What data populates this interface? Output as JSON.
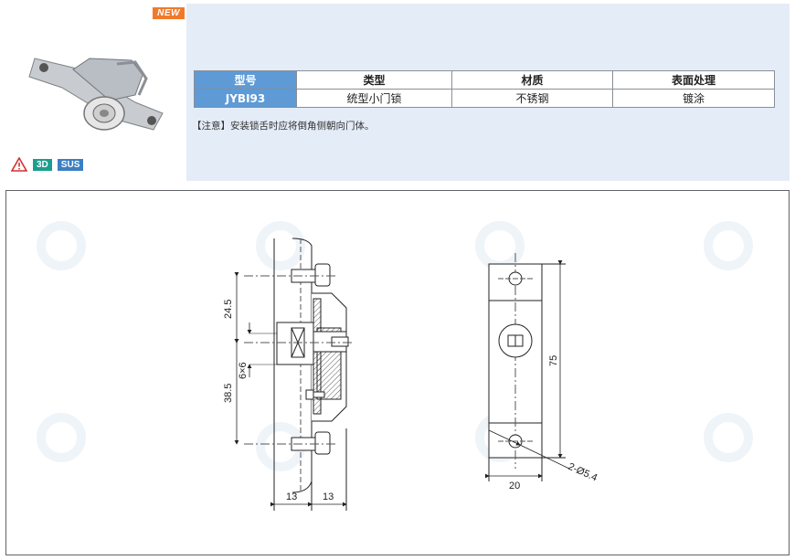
{
  "badge_new": "NEW",
  "badges": {
    "b3d": "3D",
    "sus": "SUS"
  },
  "table": {
    "headers": [
      "型号",
      "类型",
      "材质",
      "表面处理"
    ],
    "row": [
      "JYBI93",
      "统型小门锁",
      "不锈钢",
      "镀涂"
    ]
  },
  "note": "【注意】安装锁舌时应将倒角侧朝向门体。",
  "drawing": {
    "dims": {
      "d_24_5": "24.5",
      "d_6x6": "6×6",
      "d_38_5": "38.5",
      "d_13_left": "13",
      "d_13_right": "13",
      "d_75": "75",
      "d_20": "20",
      "d_hole": "2-Ø5.4"
    }
  },
  "colors": {
    "accent": "#5d9ad6",
    "panel": "#e4ecf7",
    "new": "#f07a2a"
  }
}
